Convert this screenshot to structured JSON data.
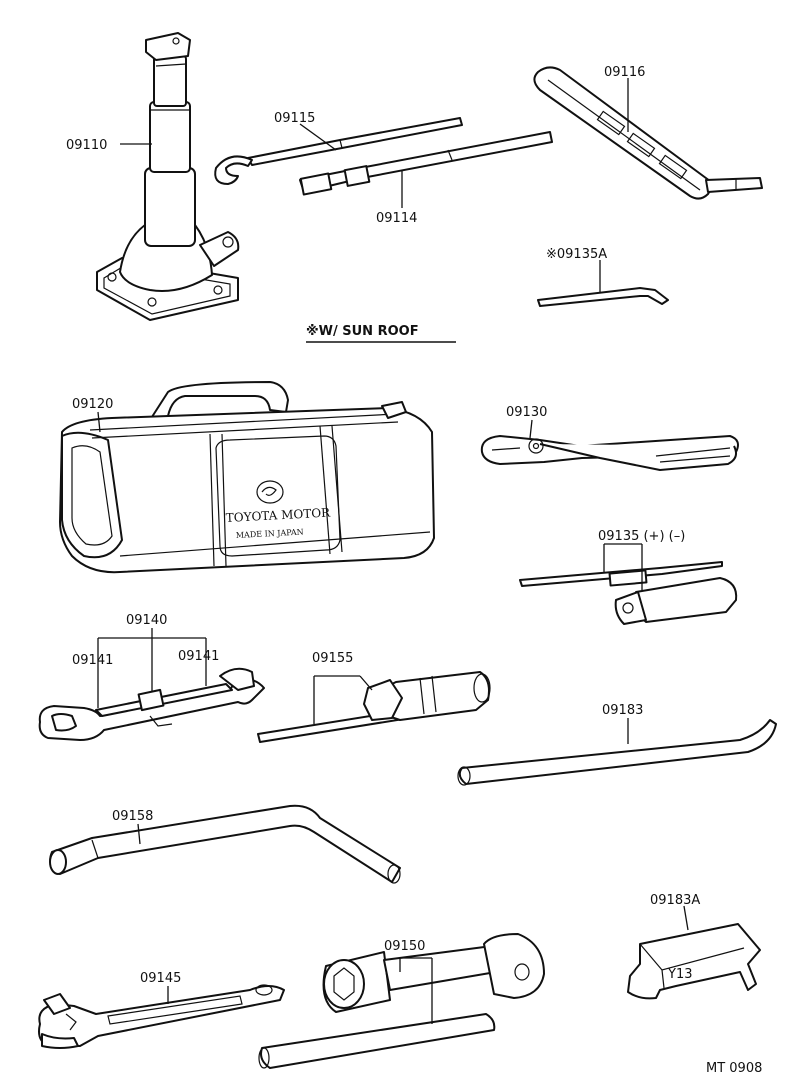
{
  "parts": {
    "p09110": "09110",
    "p09115": "09115",
    "p09116": "09116",
    "p09114": "09114",
    "p09135A": "※09135A",
    "p09120": "09120",
    "p09130": "09130",
    "p09135": "09135 (+) (–)",
    "p09140": "09140",
    "p09141a": "09141",
    "p09141b": "09141",
    "p09155": "09155",
    "p09183": "09183",
    "p09158": "09158",
    "p09183A": "09183A",
    "p09150": "09150",
    "p09145": "09145"
  },
  "note": "※W/ SUN  ROOF",
  "bag": {
    "brand": "TOYOTA MOTOR",
    "origin": "MADE IN JAPAN"
  },
  "bracket_mark": "Y13",
  "catalog_code": "MT  0908"
}
